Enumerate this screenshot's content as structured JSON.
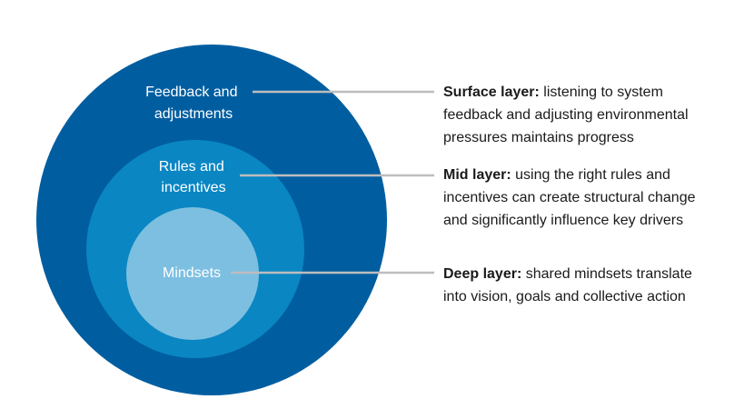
{
  "colors": {
    "outer_circle": "#005ea0",
    "middle_circle": "#0a86c3",
    "inner_circle": "#7dbfe0",
    "connector": "#bdbdbd",
    "text_dark": "#1a1a1a",
    "text_light": "#ffffff"
  },
  "circles": {
    "outer": {
      "label_lines": [
        "Feedback and",
        "adjustments"
      ]
    },
    "middle": {
      "label_lines": [
        "Rules and",
        "incentives"
      ]
    },
    "inner": {
      "label_lines": [
        "Mindsets"
      ]
    }
  },
  "layers": {
    "surface": {
      "title": "Surface layer:",
      "text_first": " listening to system",
      "text_lines": [
        "feedback and adjusting environmental",
        "pressures maintains progress"
      ]
    },
    "mid": {
      "title": "Mid layer:",
      "text_first": " using the right rules and",
      "text_lines": [
        "incentives can create structural change",
        "and significantly influence key drivers"
      ]
    },
    "deep": {
      "title": "Deep layer:",
      "text_first": " shared mindsets translate",
      "text_lines": [
        "into vision, goals and collective action"
      ]
    }
  }
}
